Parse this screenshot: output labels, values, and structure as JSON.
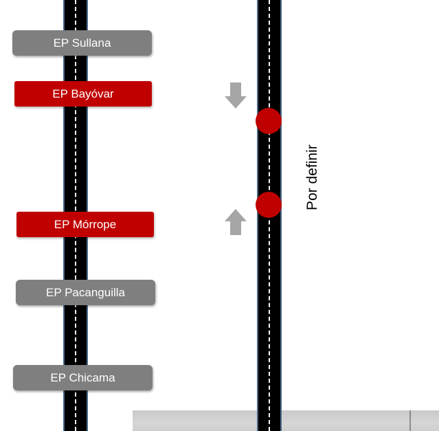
{
  "colors": {
    "gray_station": "#7f7f7f",
    "red_station": "#c00000",
    "arrow": "#a6a6a6",
    "road": "#000000",
    "lane": "#ffffff"
  },
  "left_route": {
    "stations": [
      {
        "label": "EP Sullana",
        "status": "gray"
      },
      {
        "label": "EP Bayóvar",
        "status": "red"
      },
      {
        "label": "EP Mórrope",
        "status": "red"
      },
      {
        "label": "EP Pacanguilla",
        "status": "gray"
      },
      {
        "label": "EP Chicama",
        "status": "gray"
      }
    ]
  },
  "right_route": {
    "label": "Por definir",
    "arrows": [
      "arrow-down-icon",
      "arrow-up-icon"
    ],
    "markers": 2
  }
}
